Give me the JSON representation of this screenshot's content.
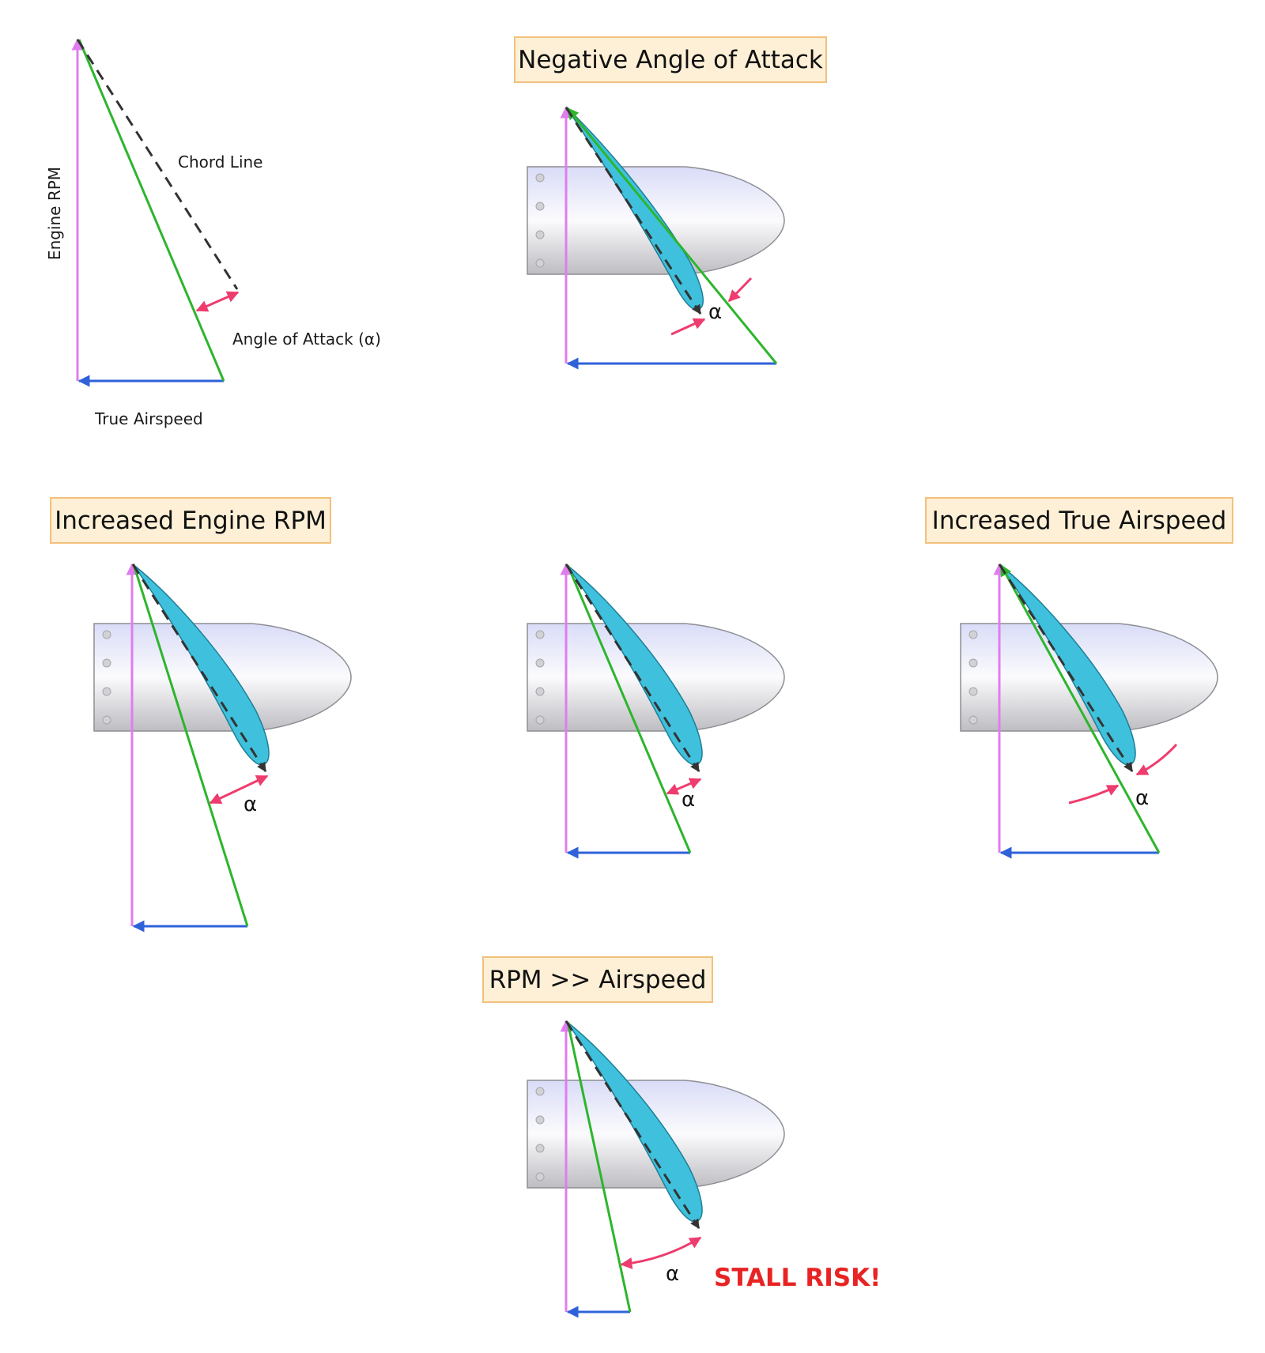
{
  "legend": {
    "engine_rpm": "Engine RPM",
    "chord_line": "Chord Line",
    "angle_of_attack": "Angle of Attack (α)",
    "true_airspeed": "True Airspeed"
  },
  "panels": {
    "negative": {
      "title": "Negative Angle of Attack",
      "alpha": "α"
    },
    "increased_rpm": {
      "title": "Increased Engine RPM",
      "alpha": "α"
    },
    "baseline": {
      "alpha": "α"
    },
    "increased_tas": {
      "title": "Increased True Airspeed",
      "alpha": "α"
    },
    "rpm_over_airspeed": {
      "title": "RPM >> Airspeed",
      "alpha": "α",
      "warning": "STALL RISK!"
    }
  },
  "colors": {
    "rpm_vector": "#e07cf0",
    "airspeed_vector": "#2f62d9",
    "relative_wind": "#2db52d",
    "chord_line": "#333333",
    "aoa_arrow": "#ee3c6e",
    "blade": "#3fc1dd",
    "title_box": "#fdf0d6",
    "warning": "#e82323"
  }
}
